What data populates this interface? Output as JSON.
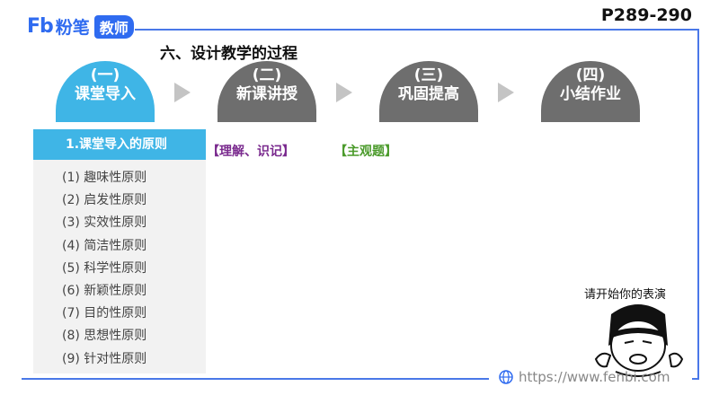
{
  "logo": {
    "mark": "Fb",
    "name": "粉笔",
    "badge": "教师"
  },
  "page_number": "P289-290",
  "section_title": "六、设计教学的过程",
  "steps": [
    {
      "num": "(一)",
      "label": "课堂导入"
    },
    {
      "num": "(二)",
      "label": "新课讲授"
    },
    {
      "num": "(三)",
      "label": "巩固提高"
    },
    {
      "num": "(四)",
      "label": "小结作业"
    }
  ],
  "principles": {
    "heading": "1.课堂导入的原则",
    "items": [
      "(1) 趣味性原则",
      "(2) 启发性原则",
      "(3) 实效性原则",
      "(4) 简洁性原则",
      "(5) 科学性原则",
      "(6) 新颖性原则",
      "(7) 目的性原则",
      "(8) 思想性原则",
      "(9) 针对性原则"
    ]
  },
  "tags": {
    "understand": "【理解、识记】",
    "subjective": "【主观题】"
  },
  "sticker_text": "请开始你的表演",
  "url": "https://www.fenbi.com",
  "colors": {
    "brand_blue": "#2f6bf0",
    "active_step": "#3fb5e6",
    "inactive_step": "#6e6e6e",
    "tag_purple": "#7a2a8e",
    "tag_green": "#4a9a2a"
  }
}
